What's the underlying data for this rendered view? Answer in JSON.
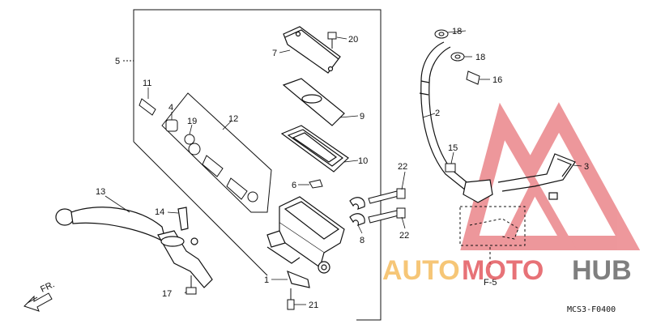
{
  "diagram_code": "MCS3-F0400",
  "front_arrow": "FR.",
  "view_ref": "F-5",
  "watermark": {
    "auto": "AUTO",
    "moto": "MOTO",
    "hub": "HUB"
  },
  "colors": {
    "line": "#111111",
    "watermark_red": "#e0434a",
    "watermark_orange": "#f3b44a",
    "watermark_grey": "#555555"
  },
  "parts": {
    "p1": "1",
    "p2": "2",
    "p3": "3",
    "p4": "4",
    "p5": "5",
    "p6": "6",
    "p7": "7",
    "p8": "8",
    "p9": "9",
    "p10": "10",
    "p11": "11",
    "p12": "12",
    "p13": "13",
    "p14": "14",
    "p15": "15",
    "p16": "16",
    "p17": "17",
    "p18a": "18",
    "p18b": "18",
    "p19": "19",
    "p20": "20",
    "p21": "21",
    "p22a": "22",
    "p22b": "22"
  }
}
